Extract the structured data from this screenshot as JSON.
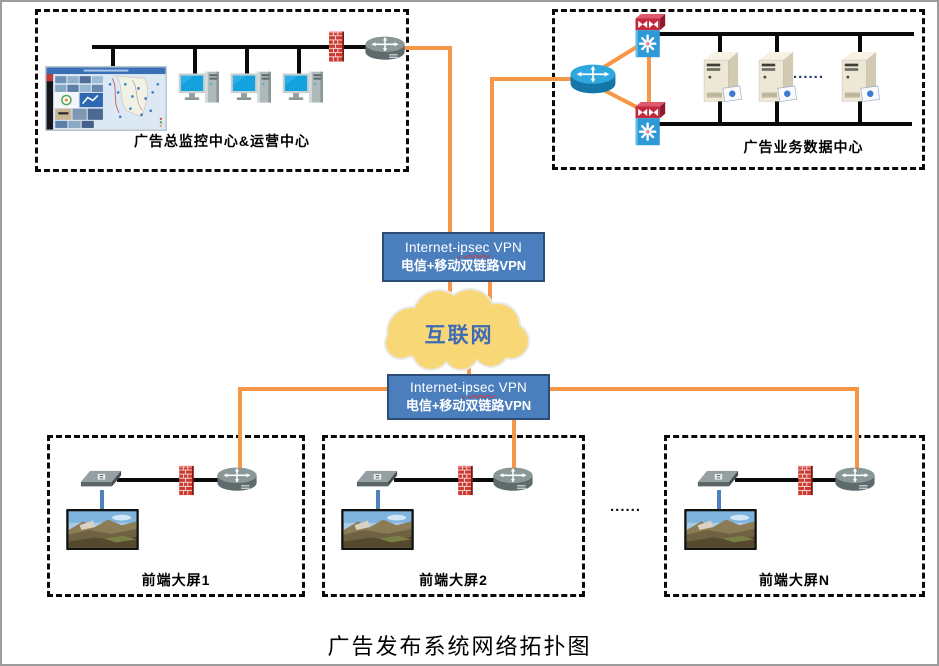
{
  "title": "广告发布系统网络拓扑图",
  "zones": {
    "monitor_center": {
      "label": "广告总监控中心&运营中心"
    },
    "data_center": {
      "label": "广告业务数据中心",
      "ellipsis": "......"
    },
    "frontend_1": {
      "label": "前端大屏1"
    },
    "frontend_2": {
      "label": "前端大屏2"
    },
    "frontend_n": {
      "label": "前端大屏N"
    },
    "frontend_ellipsis": "......"
  },
  "vpn": {
    "line1_prefix": "Internet-",
    "line1_word": "ipsec",
    "line1_suffix": "VPN",
    "line2": "电信+移动双链路VPN"
  },
  "internet": {
    "label": "互联网"
  },
  "icons": {
    "router_gray": "router-icon",
    "router_blue": "core-router-icon",
    "firewall": "firewall-icon",
    "multilayer_switch": "multilayer-switch-icon",
    "pc": "workstation-icon",
    "server": "server-icon",
    "media_player": "media-player-icon",
    "big_screen": "big-screen-display-icon",
    "monitoring_wall": "monitoring-dashboard-screen",
    "cloud": "internet-cloud"
  },
  "colors": {
    "link_orange": "#F79646",
    "bus_black": "#0A0A0A",
    "connector_blue": "#4F81BD",
    "vpn_blue": "#4A7EBD",
    "vpn_border": "#2C4D75",
    "cloud_yellow": "#F8D776",
    "internet_text_blue": "#3F6BB5",
    "firewall_red": "#CE3A30",
    "switch_red": "#C4293D",
    "switch_blue": "#2D9AD5"
  }
}
